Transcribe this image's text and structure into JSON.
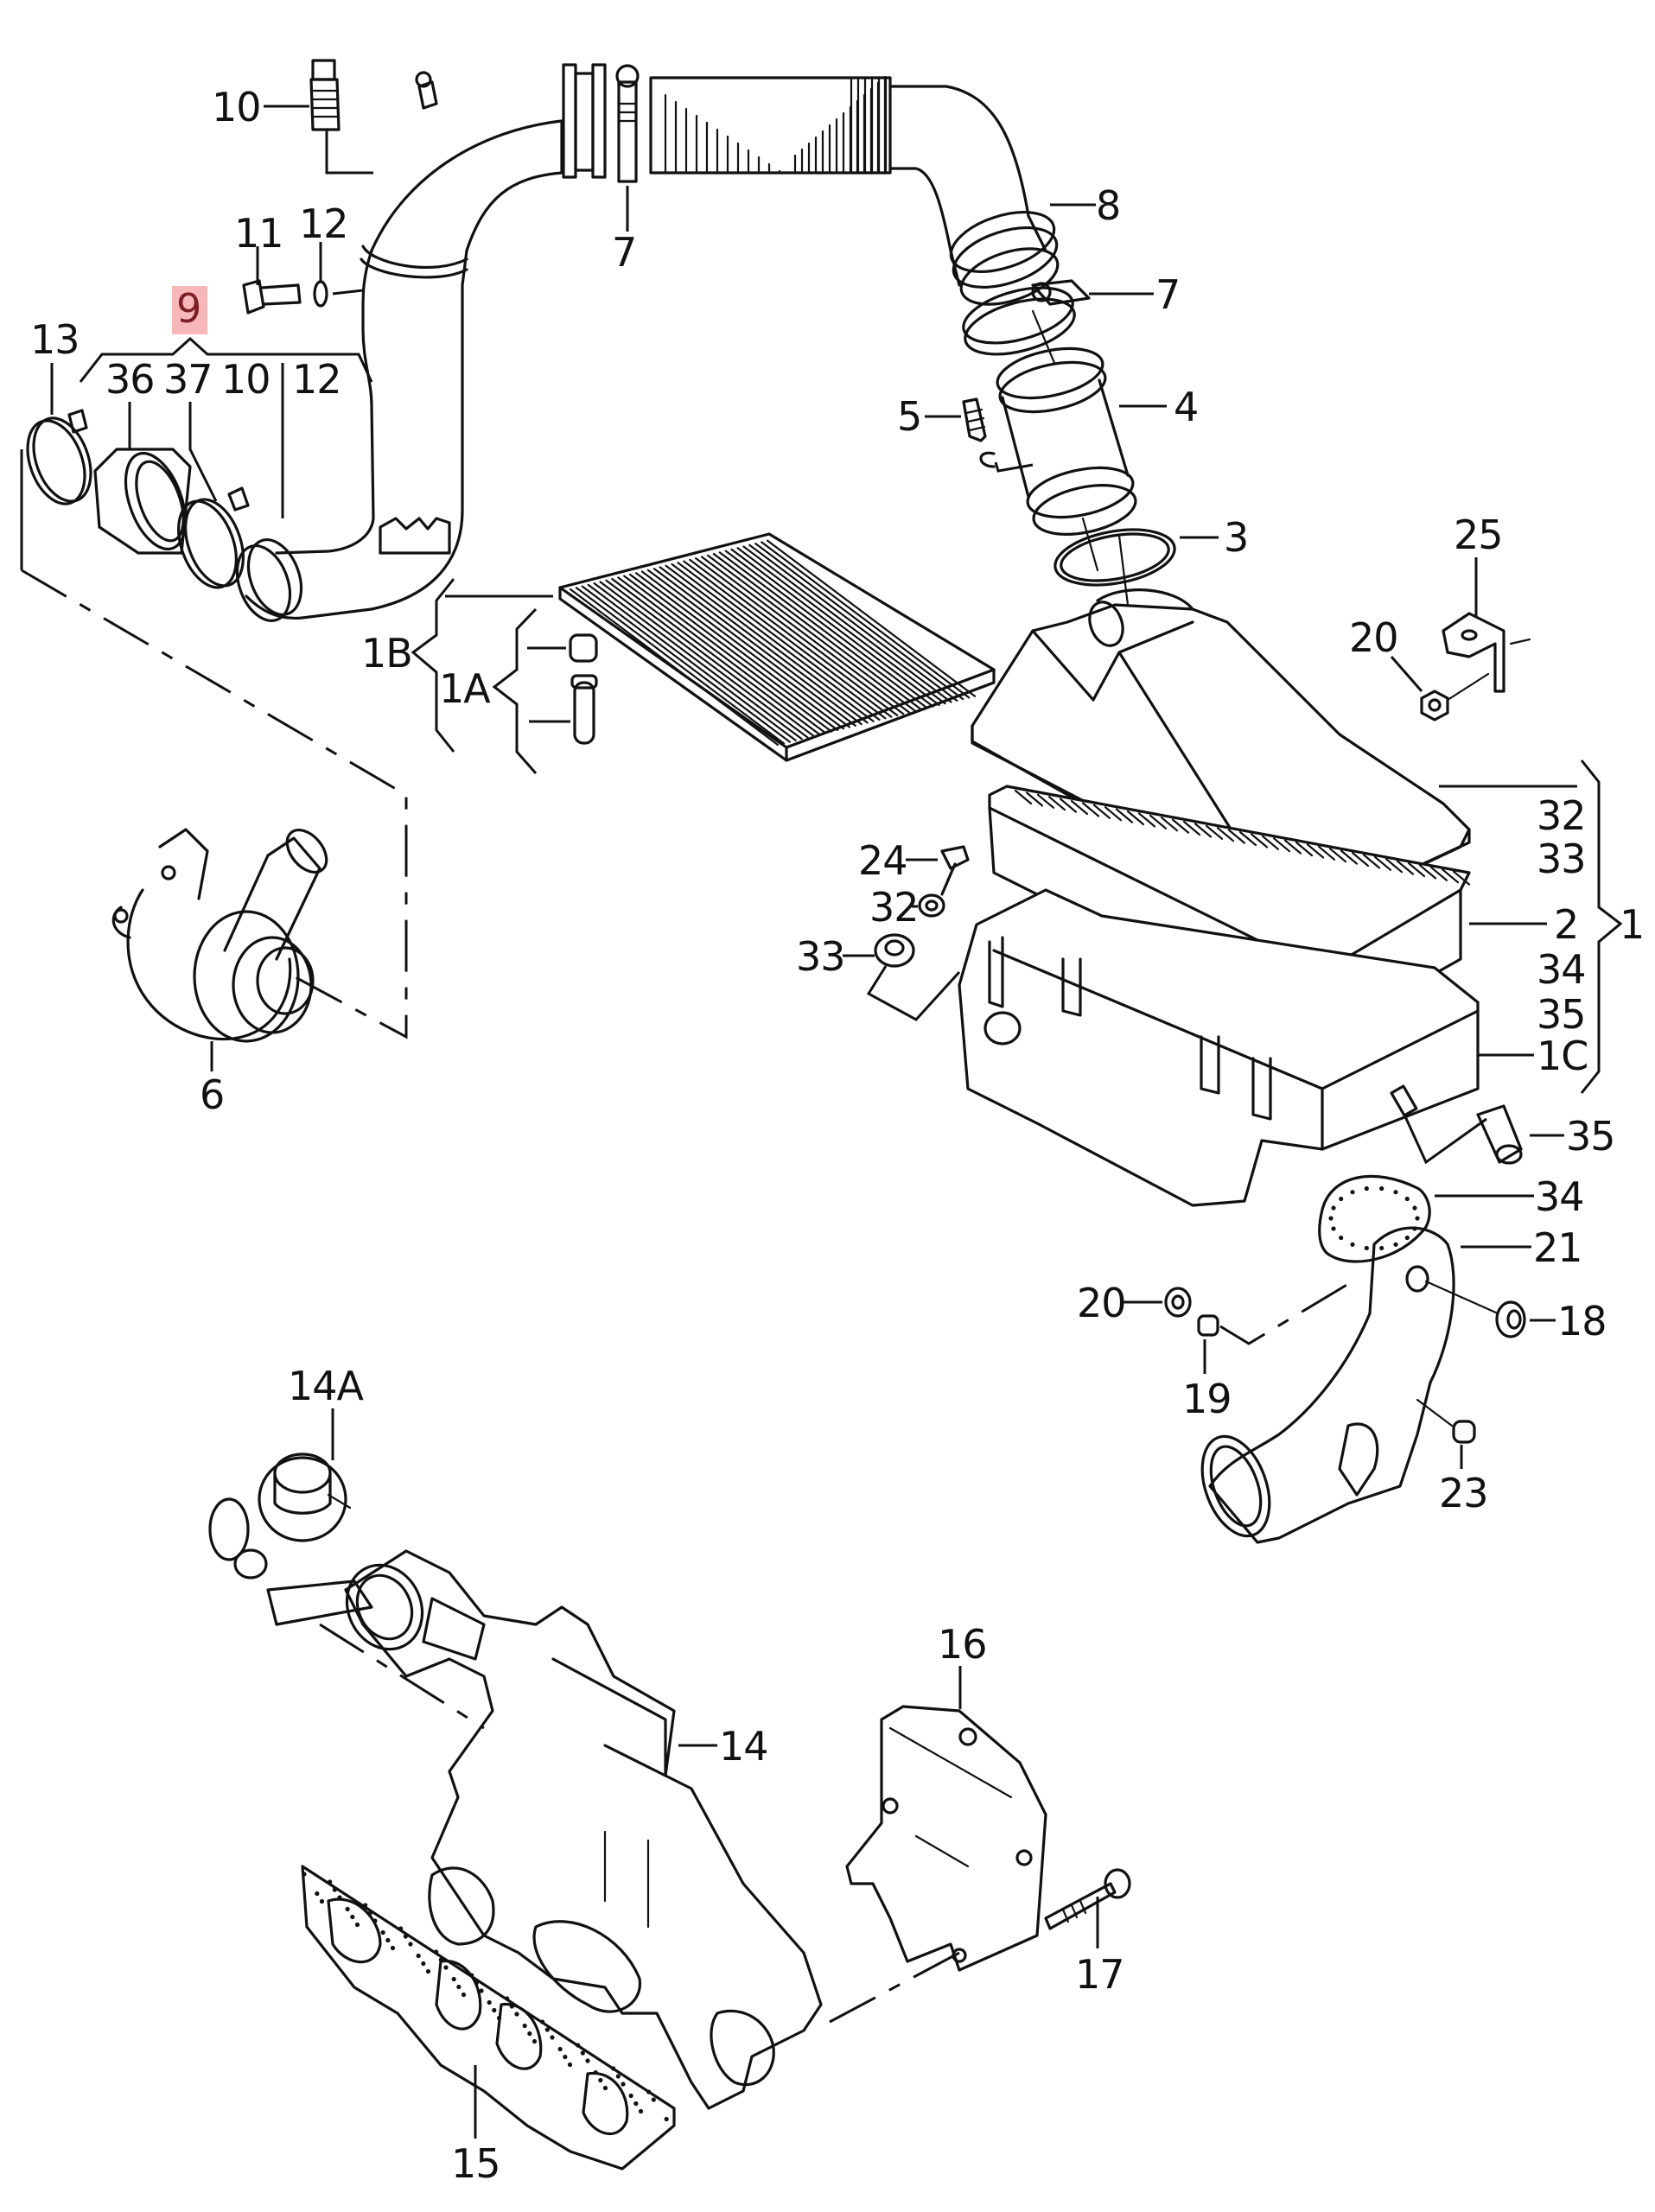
{
  "diagram": {
    "type": "exploded parts diagram",
    "subject": "Intake air system: air filter housing, intake hoses, turbocharger, EGR valve, intake manifold",
    "highlight_color": "#f7b7b9",
    "highlight_text_color": "#7b1f24",
    "line_color": "#111111",
    "highlighted_part": "9",
    "callouts": {
      "p10_top": "10",
      "p7_top": "7",
      "p8": "8",
      "p7_right": "7",
      "p11": "11",
      "p12_top": "12",
      "p9": "9",
      "p13": "13",
      "p36": "36",
      "p37": "37",
      "p10_group": "10",
      "p12_group": "12",
      "p5": "5",
      "p4": "4",
      "p3": "3",
      "p25": "25",
      "p20_top": "20",
      "p1B": "1B",
      "p1A": "1A",
      "p32_group": "32",
      "p33_group": "33",
      "p2": "2",
      "p1": "1",
      "p34_group": "34",
      "p35_group": "35",
      "p1C": "1C",
      "p24": "24",
      "p32_left": "32",
      "p33_left": "33",
      "p6": "6",
      "p35_right": "35",
      "p34_right": "34",
      "p21": "21",
      "p20_mid": "20",
      "p18": "18",
      "p19": "19",
      "p23": "23",
      "p14A": "14A",
      "p16": "16",
      "p14": "14",
      "p17": "17",
      "p15": "15"
    },
    "groups": [
      {
        "parent": "9",
        "children": [
          "36",
          "37",
          "10",
          "12"
        ]
      },
      {
        "parent": "1",
        "children": [
          "32",
          "33",
          "2",
          "34",
          "35",
          "1C"
        ]
      },
      {
        "parent": "1B",
        "children": [
          "1A"
        ]
      }
    ]
  }
}
